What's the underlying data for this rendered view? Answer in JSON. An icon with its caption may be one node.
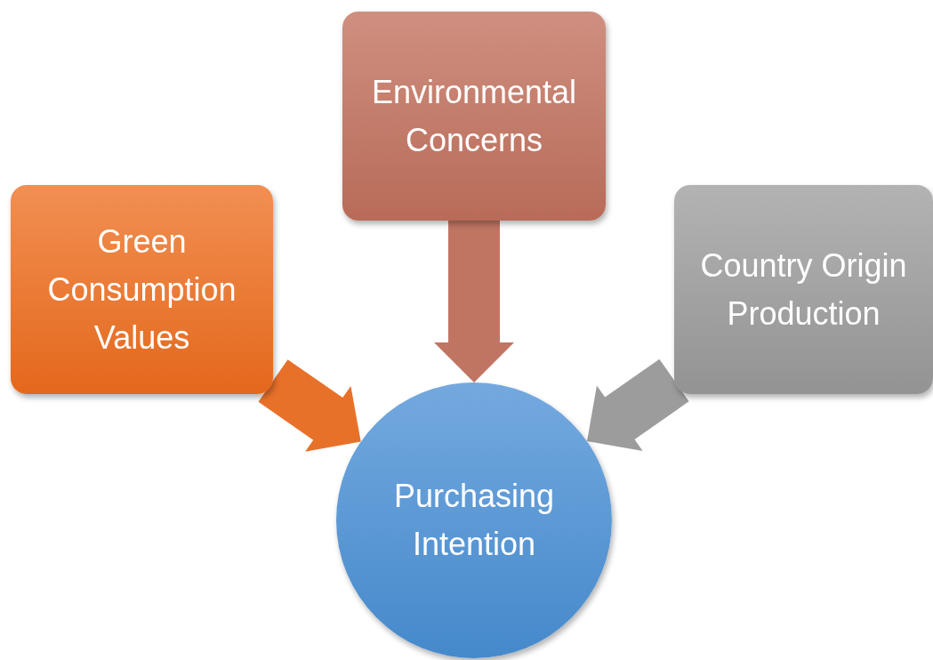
{
  "diagram": {
    "nodes": [
      {
        "text": [
          "Green Consumption Values"
        ]
      },
      {
        "text": [
          "Environmental Concerns"
        ]
      },
      {
        "text": [
          "Country Origin Production"
        ]
      },
      {
        "text": [
          "Purchasing Intention"
        ]
      }
    ],
    "edges": [
      {
        "from": 0,
        "to": 3,
        "arrow": "to",
        "style": "thick",
        "color": "#e8712a"
      },
      {
        "from": 1,
        "to": 3,
        "arrow": "to",
        "style": "thick",
        "color": "#c07563"
      },
      {
        "from": 2,
        "to": 3,
        "arrow": "to",
        "style": "thick",
        "color": "#9c9c9c"
      }
    ]
  }
}
